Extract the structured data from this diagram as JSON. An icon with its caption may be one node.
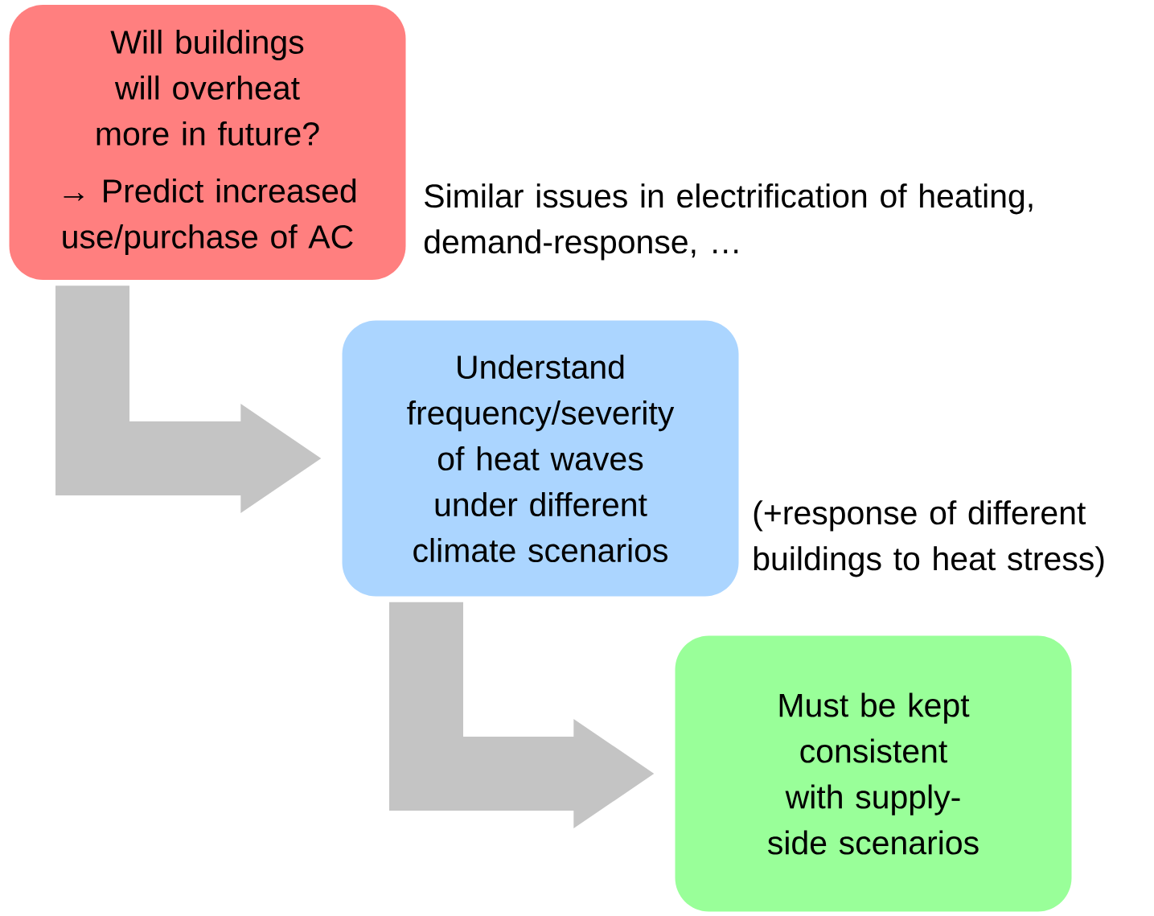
{
  "diagram": {
    "nodes": [
      {
        "text": [
          "Will buildings will overheat more in future?",
          "→ Predict increased use/purchase of AC"
        ],
        "beside": [
          "Similar issues in electrification of heating, demand-response, …"
        ]
      },
      {
        "text": [
          "Understand frequency/severity of heat waves under different climate scenarios"
        ],
        "beside": [
          "(+response of different buildings to heat stress)"
        ]
      },
      {
        "text": [
          "Must be kept consistent with supply-side scenarios"
        ]
      }
    ],
    "edges": [
      {
        "from": 0,
        "to": 1,
        "arrow": "to"
      },
      {
        "from": 1,
        "to": 2,
        "arrow": "to"
      }
    ]
  }
}
